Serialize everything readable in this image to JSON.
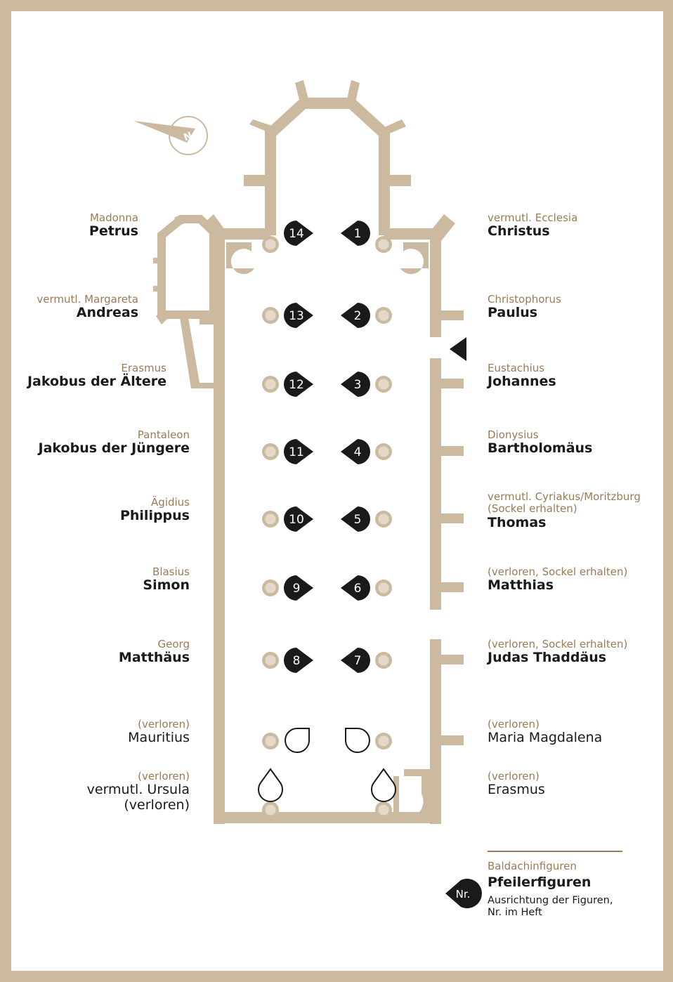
{
  "colors": {
    "wall": "#cbb9a0",
    "frame": "#cbb9a0",
    "background": "#ffffff",
    "baldachin_text": "#9a7b56",
    "pillar_text": "#1a1a1a",
    "marker": "#1a1a1a",
    "marker_number": "#ffffff"
  },
  "compass": {
    "letter": "N"
  },
  "markers": [
    "1",
    "2",
    "3",
    "4",
    "5",
    "6",
    "7",
    "8",
    "9",
    "10",
    "11",
    "12",
    "13",
    "14"
  ],
  "left_labels": [
    {
      "baldachin": "Madonna",
      "pillar": [
        "Petrus"
      ]
    },
    {
      "baldachin": "vermutl. Margareta",
      "pillar": [
        "Andreas"
      ]
    },
    {
      "baldachin": "Erasmus",
      "pillar": [
        "Jakobus der Ältere"
      ]
    },
    {
      "baldachin": "Pantaleon",
      "pillar": [
        "Jakobus der Jüngere"
      ]
    },
    {
      "baldachin": "Ägidius",
      "pillar": [
        "Philippus"
      ]
    },
    {
      "baldachin": "Blasius",
      "pillar": [
        "Simon"
      ]
    },
    {
      "baldachin": "Georg",
      "pillar": [
        "Matthäus"
      ]
    },
    {
      "baldachin": "(verloren)",
      "pillar": [
        "Mauritius"
      ]
    },
    {
      "baldachin": "(verloren)",
      "pillar": [
        "vermutl. Ursula",
        "(verloren)"
      ]
    }
  ],
  "right_labels": [
    {
      "baldachin": [
        "vermutl. Ecclesia"
      ],
      "pillar": "Christus"
    },
    {
      "baldachin": [
        "Christophorus"
      ],
      "pillar": "Paulus"
    },
    {
      "baldachin": [
        "Eustachius"
      ],
      "pillar": "Johannes"
    },
    {
      "baldachin": [
        "Dionysius"
      ],
      "pillar": "Bartholomäus"
    },
    {
      "baldachin": [
        "vermutl. Cyriakus/Moritzburg",
        "(Sockel erhalten)"
      ],
      "pillar": "Thomas"
    },
    {
      "baldachin": [
        "(verloren, Sockel erhalten)"
      ],
      "pillar": "Matthias"
    },
    {
      "baldachin": [
        "(verloren, Sockel erhalten)"
      ],
      "pillar": "Judas Thaddäus"
    },
    {
      "baldachin": [
        "(verloren)"
      ],
      "pillar": "Maria Magdalena"
    },
    {
      "baldachin": [
        "(verloren)"
      ],
      "pillar": "Erasmus"
    }
  ],
  "legend": {
    "baldachin": "Baldachinfiguren",
    "pillar": "Pfeilerfiguren",
    "marker_label": "Nr.",
    "description": [
      "Ausrichtung der Figuren,",
      "Nr. im Heft"
    ]
  }
}
